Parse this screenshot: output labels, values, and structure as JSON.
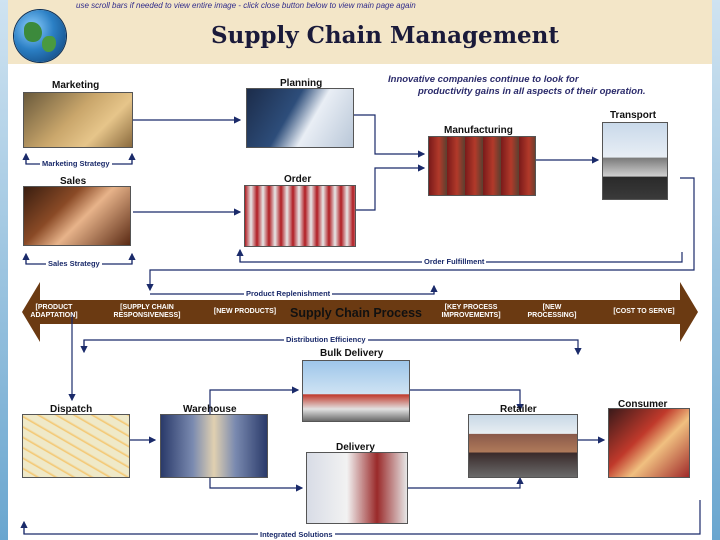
{
  "header": {
    "hint": "use scroll bars if needed to view entire image - click close button below to view main page again",
    "title": "Supply Chain Management"
  },
  "tagline": {
    "line1": "Innovative companies continue to look for",
    "line2": "productivity gains in all aspects of their operation."
  },
  "nodes": {
    "marketing": "Marketing",
    "planning": "Planning",
    "manufacturing": "Manufacturing",
    "transport": "Transport",
    "sales": "Sales",
    "order": "Order",
    "bulk_delivery": "Bulk Delivery",
    "dispatch": "Dispatch",
    "warehouse": "Warehouse",
    "retailer": "Retailer",
    "consumer": "Consumer",
    "delivery": "Delivery"
  },
  "flows": {
    "marketing_strategy": "Marketing Strategy",
    "sales_strategy": "Sales Strategy",
    "order_fulfillment": "Order Fulfillment",
    "product_replenishment": "Product Replenishment",
    "distribution_efficiency": "Distribution Efficiency",
    "integrated_solutions": "Integrated Solutions"
  },
  "band": {
    "center": "Supply Chain Process",
    "items": [
      "[PRODUCT ADAPTATION]",
      "[SUPPLY CHAIN RESPONSIVENESS]",
      "[NEW PRODUCTS]",
      "[KEY PROCESS IMPROVEMENTS]",
      "[NEW PROCESSING]",
      "[COST TO SERVE]"
    ]
  },
  "colors": {
    "header_bg": "#f3e6c8",
    "band": "#6b3a12",
    "line": "#1a2a6a"
  }
}
